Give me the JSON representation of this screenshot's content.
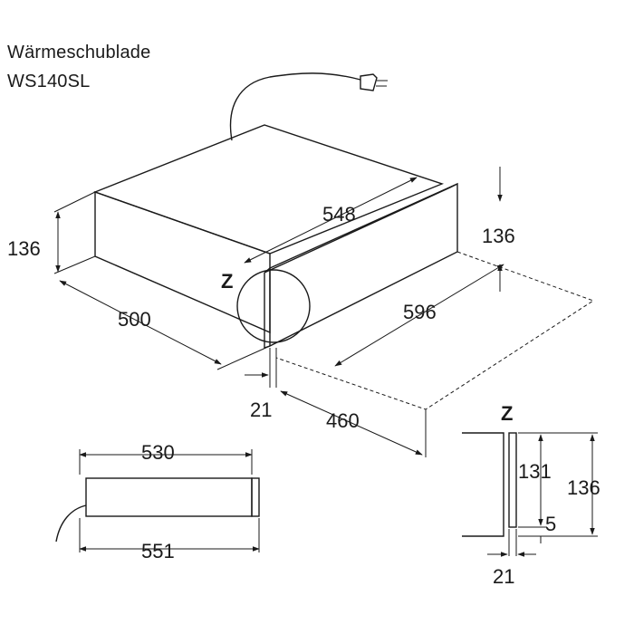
{
  "title": {
    "line1": "Wärmeschublade",
    "line2": "WS140SL"
  },
  "dimensions": {
    "width_top": "548",
    "height_left": "136",
    "height_right": "136",
    "depth_left": "500",
    "front_width": "596",
    "front_thickness": "21",
    "cutout_depth": "460",
    "side_body_length": "530",
    "side_total_length": "551",
    "detail_height_outer": "136",
    "detail_height_inner": "131",
    "detail_gap": "5",
    "detail_thickness": "21"
  },
  "detail_marker": {
    "main_label": "Z",
    "detail_label": "Z"
  },
  "colors": {
    "line": "#1a1a1a",
    "background": "#ffffff"
  }
}
